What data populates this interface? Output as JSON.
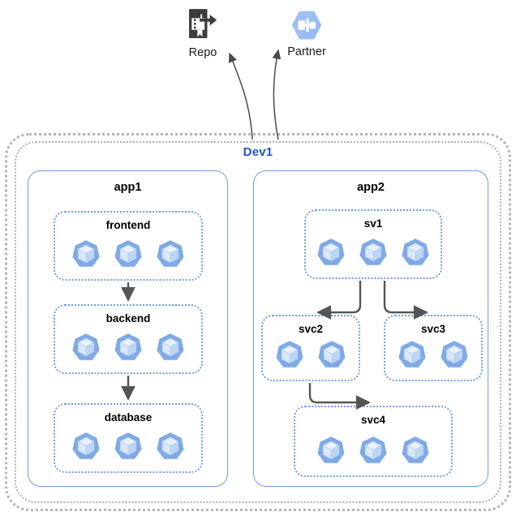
{
  "diagram": {
    "title": "Dev1",
    "type": "kubernetes-architecture-diagram"
  },
  "colors": {
    "cluster_title": "#1a56c4",
    "app_border": "#6d9eeb",
    "group_border": "#6d9eeb",
    "cluster_border": "#b4b4b4",
    "pod_fill": "#7fa9e8",
    "pod_cube": "#cfe0f7",
    "arrow": "#555555",
    "repo_icon": "#3c3c3c",
    "partner_icon": "#9fc0f2",
    "text": "#000000"
  },
  "external_nodes": [
    {
      "id": "repo",
      "label": "Repo",
      "icon": "repo-export-icon"
    },
    {
      "id": "partner",
      "label": "Partner",
      "icon": "partner-hexagon-icon"
    }
  ],
  "cluster": {
    "label": "Dev1",
    "apps": [
      {
        "id": "app1",
        "label": "app1",
        "groups": [
          {
            "id": "frontend",
            "label": "frontend",
            "pod_count": 3,
            "pod_icon": "kubernetes-pod-icon"
          },
          {
            "id": "backend",
            "label": "backend",
            "pod_count": 3,
            "pod_icon": "kubernetes-pod-icon"
          },
          {
            "id": "database",
            "label": "database",
            "pod_count": 3,
            "pod_icon": "kubernetes-pod-icon"
          }
        ]
      },
      {
        "id": "app2",
        "label": "app2",
        "groups": [
          {
            "id": "sv1",
            "label": "sv1",
            "pod_count": 3,
            "pod_icon": "kubernetes-pod-icon"
          },
          {
            "id": "svc2",
            "label": "svc2",
            "pod_count": 2,
            "pod_icon": "kubernetes-pod-icon"
          },
          {
            "id": "svc3",
            "label": "svc3",
            "pod_count": 2,
            "pod_icon": "kubernetes-pod-icon"
          },
          {
            "id": "svc4",
            "label": "svc4",
            "pod_count": 3,
            "pod_icon": "kubernetes-pod-icon"
          }
        ]
      }
    ]
  },
  "connections": [
    {
      "id": "frontend-to-backend",
      "from": "frontend",
      "to": "backend",
      "style": "straight-down"
    },
    {
      "id": "backend-to-database",
      "from": "backend",
      "to": "database",
      "style": "straight-down"
    },
    {
      "id": "sv1-to-svc2",
      "from": "sv1",
      "to": "svc2",
      "style": "elbow-left"
    },
    {
      "id": "sv1-to-svc3",
      "from": "sv1",
      "to": "svc3",
      "style": "elbow-right"
    },
    {
      "id": "svc2-to-svc4",
      "from": "svc2",
      "to": "svc4",
      "style": "elbow-right"
    },
    {
      "id": "cluster-to-repo",
      "from": "Dev1",
      "to": "repo",
      "style": "curve-up-left"
    },
    {
      "id": "cluster-to-partner",
      "from": "Dev1",
      "to": "partner",
      "style": "curve-up-right"
    }
  ]
}
